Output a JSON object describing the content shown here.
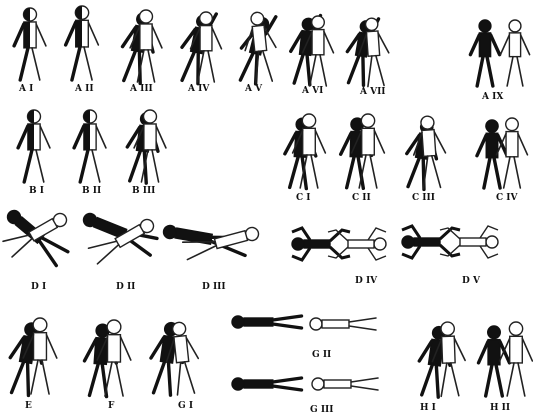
{
  "labels": {
    "A1": "A I",
    "A2": "A II",
    "A3": "A III",
    "A4": "A IV",
    "A5": "A V",
    "A6": "A VI",
    "A7": "A VII",
    "A9": "A IX",
    "B1": "B I",
    "B2": "B II",
    "B3": "B III",
    "C1": "C I",
    "C2": "C II",
    "C3": "C III",
    "C4": "C IV",
    "D1": "D I",
    "D2": "D II",
    "D3": "D III",
    "D4": "D IV",
    "D5": "D V",
    "E": "E",
    "F": "F",
    "G1": "G I",
    "G2": "G II",
    "G3": "G III",
    "H1": "H I",
    "H2": "H II"
  },
  "colors": {
    "dark_figure": "#111111",
    "light_figure_fill": "#ffffff",
    "light_figure_stroke": "#222222"
  }
}
